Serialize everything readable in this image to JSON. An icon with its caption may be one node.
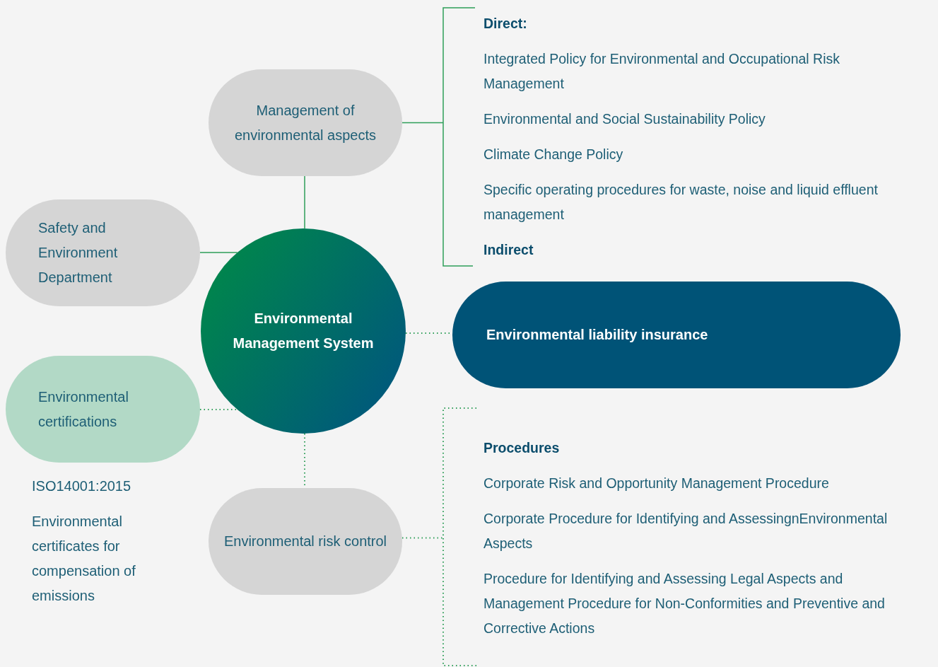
{
  "diagram": {
    "nodes": [
      {
        "text": [
          "Environmental Management System"
        ]
      },
      {
        "text": [
          "Management of environmental aspects"
        ]
      },
      {
        "text": [
          "Safety and Environment Department"
        ]
      },
      {
        "text": [
          "Environmental certifications"
        ],
        "beside": [
          "ISO14001:2015",
          "Environmental certificates for compensation of emissions"
        ]
      },
      {
        "text": [
          "Environmental risk control"
        ]
      },
      {
        "text": [
          "Environmental liability insurance"
        ]
      },
      {
        "text": [
          "Direct:",
          "Integrated Policy for Environmental and Occupational Risk Management",
          "Environmental and Social Sustainability Policy",
          "Climate Change Policy",
          "Specific operating procedures for waste, noise and liquid effluent management",
          "Indirect"
        ]
      },
      {
        "text": [
          "Procedures",
          "Corporate Risk and Opportunity Management Procedure",
          "Corporate Procedure for Identifying and AssessingnEnvironmental Aspects",
          "Procedure for Identifying and Assessing Legal Aspects and Management Procedure for Non-Conformities and Preventive and Corrective Actions"
        ]
      }
    ],
    "edges": [
      {
        "from": 0,
        "to": 1,
        "arrow": "none"
      },
      {
        "from": 0,
        "to": 2,
        "arrow": "none"
      },
      {
        "from": 0,
        "to": 3,
        "arrow": "none",
        "style": "dashed"
      },
      {
        "from": 0,
        "to": 4,
        "arrow": "none",
        "style": "dashed"
      },
      {
        "from": 0,
        "to": 5,
        "arrow": "none",
        "style": "dashed"
      },
      {
        "from": 1,
        "to": 6,
        "arrow": "none"
      },
      {
        "from": 4,
        "to": 7,
        "arrow": "none",
        "style": "dashed"
      }
    ]
  }
}
